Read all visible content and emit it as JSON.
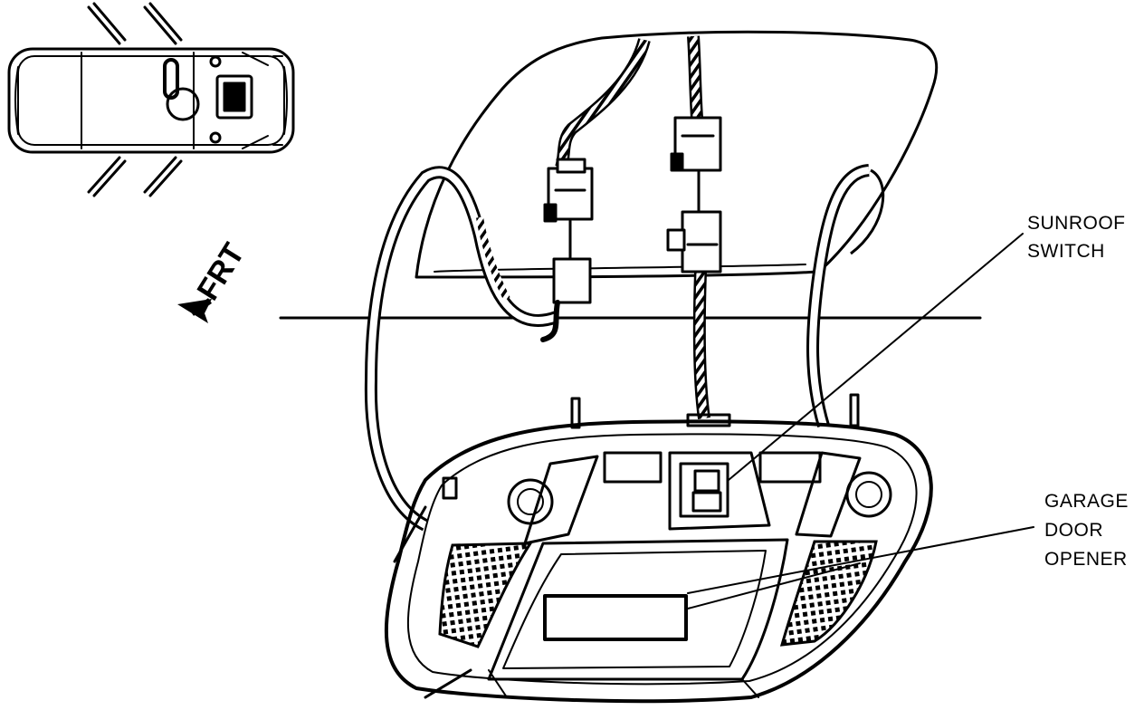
{
  "labels": {
    "sunroof_switch": [
      "SUNROOF",
      "SWITCH"
    ],
    "garage_door_opener": [
      "GARAGE",
      "DOOR",
      "OPENER"
    ]
  },
  "direction_marker": {
    "text": "FRT",
    "icon": "front-direction-arrow-icon"
  },
  "colors": {
    "ink": "#000000",
    "paper": "#ffffff"
  }
}
